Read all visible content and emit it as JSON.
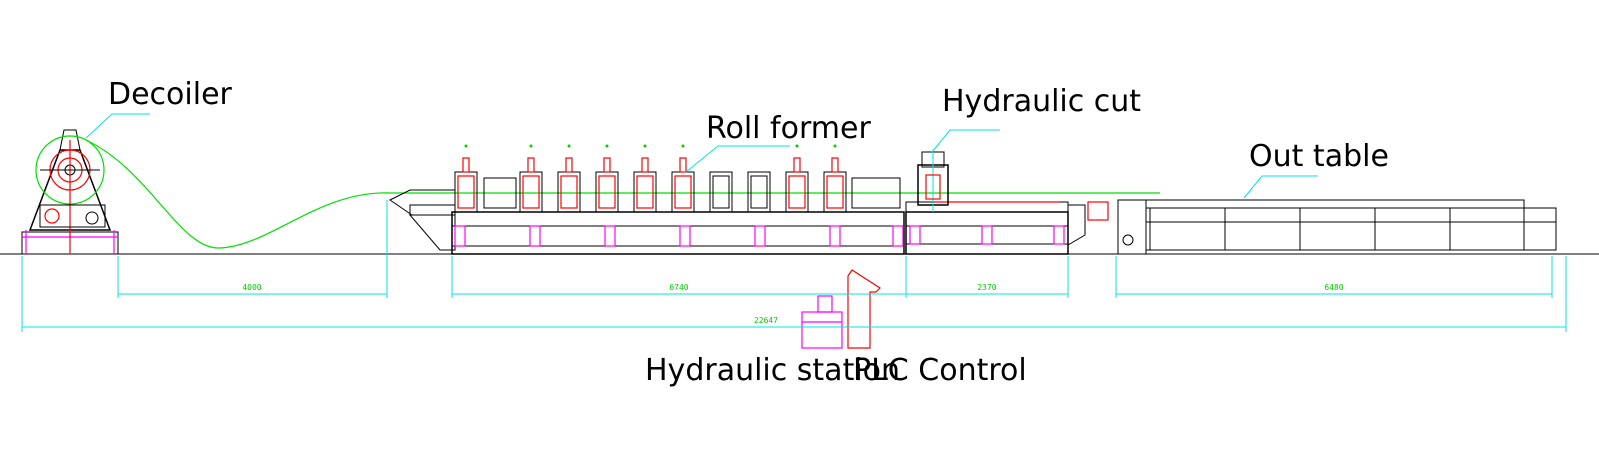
{
  "labels": {
    "decoiler": "Decoiler",
    "roll_former": "Roll former",
    "hydraulic_cut": "Hydraulic cut",
    "out_table": "Out table",
    "hydraulic_station": "Hydraulic station",
    "plc_control": "PLC Control"
  },
  "dimensions": {
    "d1": "4000",
    "d2": "6740",
    "d3": "2370",
    "d4": "6480",
    "total": "22647"
  },
  "colors": {
    "line": "#000000",
    "leader": "#00e5e5",
    "strip": "#00e000",
    "motor": "#ff0000",
    "frame_accent": "#ff00ff"
  }
}
